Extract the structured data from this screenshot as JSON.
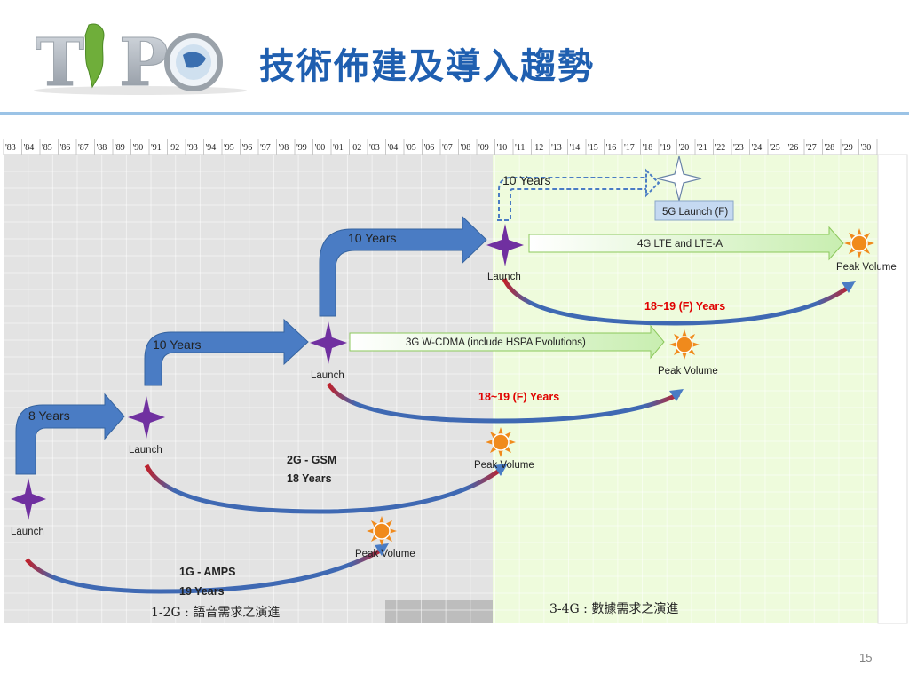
{
  "slide": {
    "logo_text": "TIPO",
    "title": "技術佈建及導入趨勢",
    "page_number": "15"
  },
  "timeline": {
    "years": [
      "'83",
      "'84",
      "'85",
      "'86",
      "'87",
      "'88",
      "'89",
      "'90",
      "'91",
      "'92",
      "'93",
      "'94",
      "'95",
      "'96",
      "'97",
      "'98",
      "'99",
      "'00",
      "'01",
      "'02",
      "'03",
      "'04",
      "'05",
      "'06",
      "'07",
      "'08",
      "'09",
      "'10",
      "'11",
      "'12",
      "'13",
      "'14",
      "'15",
      "'16",
      "'17",
      "'18",
      "'19",
      "'20",
      "'21",
      "'22",
      "'23",
      "'24",
      "'25",
      "'26",
      "'27",
      "'28",
      "'29",
      "'30"
    ]
  },
  "regions": {
    "voice_label": "1-2G : 語音需求之演進",
    "data_label": "3-4G : 數據需求之演進"
  },
  "labels": {
    "launch": "Launch",
    "peak_volume": "Peak Volume",
    "gap_8": "8 Years",
    "gap_10": "10 Years",
    "launch_5g": "5G Launch (F)",
    "g4_band": "4G LTE and LTE-A",
    "g3_band": "3G W-CDMA (include HSPA Evolutions)",
    "g2_name": "2G - GSM",
    "g2_years": "18 Years",
    "g1_name": "1G - AMPS",
    "g1_years": "19 Years",
    "g3_cycle": "18~19 (F) Years",
    "g4_cycle": "18~19 (F)  Years"
  },
  "colors": {
    "title": "#1f5fb0",
    "arrow_blue": "#4a7cc4",
    "star_purple": "#7030a0",
    "sun_orange": "#f08a1c",
    "red_text": "#e00000",
    "voice_bg": "#e3e3e3",
    "data_bg": "#eefbdc"
  }
}
